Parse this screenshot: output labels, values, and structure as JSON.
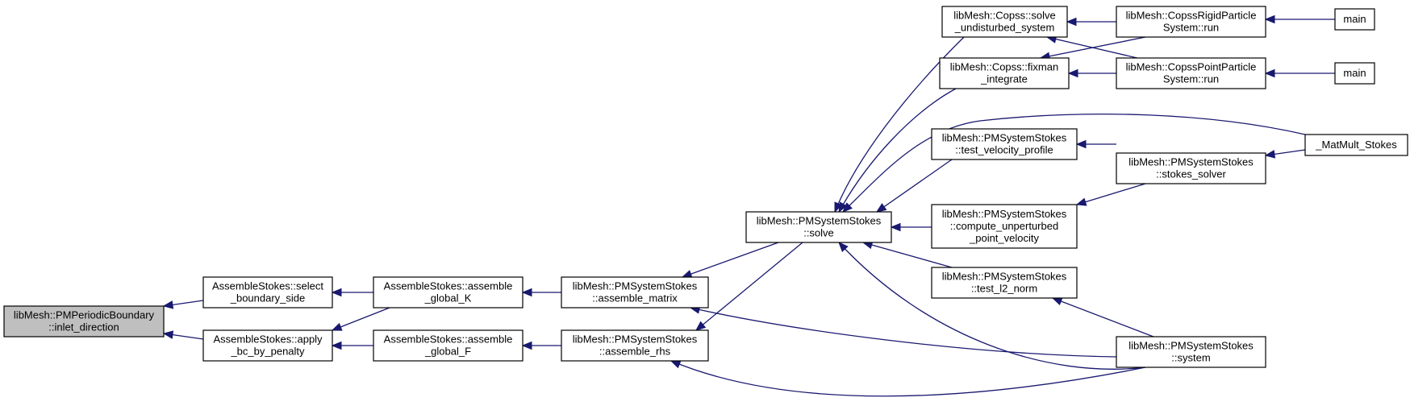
{
  "graph": {
    "edge_color": "#191970",
    "root_fill": "#bfbfbf",
    "node_fill": "#ffffff",
    "nodes": [
      {
        "id": "pmpb_inlet",
        "lines": [
          "libMesh::PMPeriodicBoundary",
          "::inlet_direction"
        ],
        "root": true
      },
      {
        "id": "as_select",
        "lines": [
          "AssembleStokes::select",
          "_boundary_side"
        ]
      },
      {
        "id": "as_apply",
        "lines": [
          "AssembleStokes::apply",
          "_bc_by_penalty"
        ]
      },
      {
        "id": "as_gk",
        "lines": [
          "AssembleStokes::assemble",
          "_global_K"
        ]
      },
      {
        "id": "as_gf",
        "lines": [
          "AssembleStokes::assemble",
          "_global_F"
        ]
      },
      {
        "id": "pm_matrix",
        "lines": [
          "libMesh::PMSystemStokes",
          "::assemble_matrix"
        ]
      },
      {
        "id": "pm_rhs",
        "lines": [
          "libMesh::PMSystemStokes",
          "::assemble_rhs"
        ]
      },
      {
        "id": "pm_solve",
        "lines": [
          "libMesh::PMSystemStokes",
          "::solve"
        ]
      },
      {
        "id": "copss_solve",
        "lines": [
          "libMesh::Copss::solve",
          "_undisturbed_system"
        ]
      },
      {
        "id": "copss_fix",
        "lines": [
          "libMesh::Copss::fixman",
          "_integrate"
        ]
      },
      {
        "id": "pm_tvp",
        "lines": [
          "libMesh::PMSystemStokes",
          "::test_velocity_profile"
        ]
      },
      {
        "id": "pm_cupv",
        "lines": [
          "libMesh::PMSystemStokes",
          "::compute_unperturbed",
          "_point_velocity"
        ]
      },
      {
        "id": "pm_tl2",
        "lines": [
          "libMesh::PMSystemStokes",
          "::test_l2_norm"
        ]
      },
      {
        "id": "rigid_run",
        "lines": [
          "libMesh::CopssRigidParticle",
          "System::run"
        ]
      },
      {
        "id": "point_run",
        "lines": [
          "libMesh::CopssPointParticle",
          "System::run"
        ]
      },
      {
        "id": "pm_stokes_solver",
        "lines": [
          "libMesh::PMSystemStokes",
          "::stokes_solver"
        ]
      },
      {
        "id": "pm_system",
        "lines": [
          "libMesh::PMSystemStokes",
          "::system"
        ]
      },
      {
        "id": "main1",
        "lines": [
          "main"
        ]
      },
      {
        "id": "main2",
        "lines": [
          "main"
        ]
      },
      {
        "id": "matmult",
        "lines": [
          "_MatMult_Stokes"
        ]
      }
    ]
  }
}
